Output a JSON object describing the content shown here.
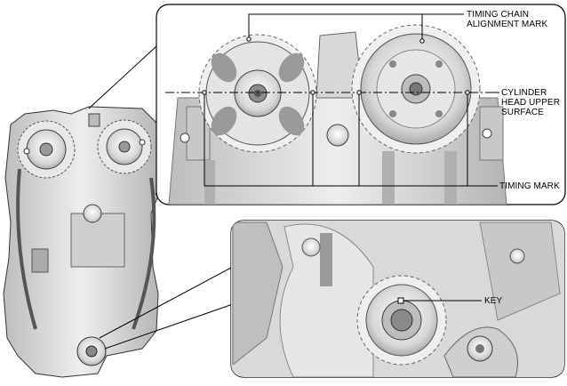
{
  "labels": {
    "timing_chain_alignment_mark": [
      "TIMING CHAIN",
      "ALIGNMENT MARK"
    ],
    "cylinder_head_upper_surface": [
      "CYLINDER",
      "HEAD UPPER",
      "SURFACE"
    ],
    "timing_mark": "TIMING MARK",
    "key": "KEY"
  },
  "colors": {
    "line": "#000000",
    "engine_fill": "#dcdcdc",
    "engine_dark": "#8a8a8a",
    "panel_border": "#000000"
  }
}
